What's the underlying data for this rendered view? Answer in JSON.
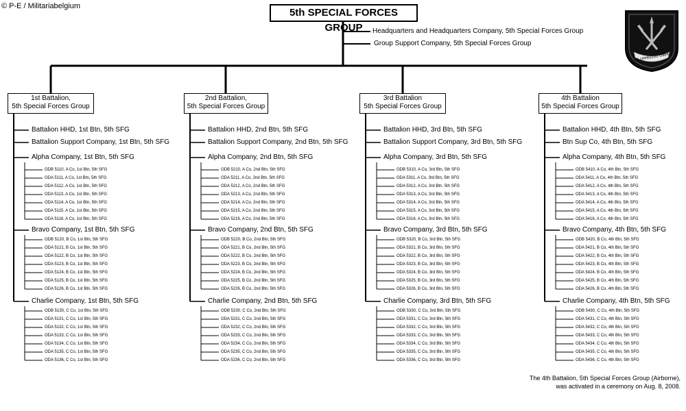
{
  "copyright": "© P-E / Militariabelgium",
  "root": {
    "title": "5th SPECIAL FORCES GROUP"
  },
  "group_units": [
    "Headquarters and Headquarters Company,  5th Special Forces Group",
    "Group Support Company,  5th Special Forces Group"
  ],
  "insignia": {
    "motto": "DE OPPRESSO LIBER"
  },
  "note": {
    "line1": "The 4th Battalion, 5th Special Forces Group (Airborne),",
    "line2": "was activated in a ceremony on Aug. 8, 2008."
  },
  "battalions": [
    {
      "title_line1": "1st Battalion,",
      "title_line2": "5th Special Forces Group",
      "hhd": "Battalion HHD, 1st Btn, 5th SFG",
      "support": "Battalion  Support Company, 1st Btn, 5th SFG",
      "companies": [
        {
          "name": "Alpha Company, 1st Btn, 5th SFG",
          "odas": [
            "ODB 5110, A Co, 1st Btn, 5th SFG",
            "ODA 5111, A Co, 1st Btn, 5th SFG",
            "ODA 5112, A Co, 1st Btn, 5th SFG",
            "ODA 5113, A Co, 1st Btn, 5th SFG",
            "ODA 5114, A Co, 1st Btn, 5th SFG",
            "ODA 5115, A Co, 1st Btn, 5th SFG",
            "ODA 5116, A Co, 1st Btn, 5th SFG"
          ]
        },
        {
          "name": "Bravo Company, 1st Btn, 5th SFG",
          "odas": [
            "ODB 5120, B Co, 1st Btn, 5th SFG",
            "ODA 5121, B Co, 1st Btn, 5th SFG",
            "ODA 5122, B Co, 1st Btn, 5th SFG",
            "ODA 5123, B Co, 1st Btn, 5th SFG",
            "ODA 5124, B Co, 1st Btn, 5th SFG",
            "ODA 5125, B Co, 1st Btn, 5th SFG",
            "ODA 5126, B Co, 1st Btn, 5th SFG"
          ]
        },
        {
          "name": "Charlie Company, 1st Btn, 5th SFG",
          "odas": [
            "ODB 5130, C Co, 1st Btn, 5th SFG",
            "ODA 5131, C Co, 1st Btn, 5th SFG",
            "ODA 5132, C Co, 1st Btn, 5th SFG",
            "ODA 5133, C Co, 1st Btn, 5th SFG",
            "ODA 5134, C Co, 1st Btn, 5th SFG",
            "ODA 5135, C Co, 1st Btn, 5th SFG",
            "ODA 5136, C Co, 1st Btn, 5th SFG"
          ]
        }
      ]
    },
    {
      "title_line1": "2nd Battalion,",
      "title_line2": "5th Special Forces Group",
      "hhd": "Battalion HHD, 2nd Btn, 5th SFG",
      "support": "Battalion  Support Company, 2nd Btn, 5th SFG",
      "companies": [
        {
          "name": "Alpha Company, 2nd Btn, 5th SFG",
          "odas": [
            "ODB 5210, A Co, 2nd Btn,  5th SFG",
            "ODA 5211, A Co, 2nd Btn,  5th SFG",
            "ODA 5212, A Co, 2nd Btn,  5th SFG",
            "ODA 5213, A Co, 2nd Btn,  5th SFG",
            "ODA 5214, A Co, 2nd Btn,  5th SFG",
            "ODA 5215, A Co, 2nd Btn,  5th SFG",
            "ODA 5216, A Co, 2nd Btn,  5th SFG"
          ]
        },
        {
          "name": "Bravo Company, 2nd Btn, 5th SFG",
          "odas": [
            "ODB 5220, B Co, 2nd Btn, 5th SFG",
            "ODA 5221, B Co, 2nd Btn, 5th SFG",
            "ODA 5222, B Co, 2nd Btn, 5th SFG",
            "ODA 5223, B Co, 2nd Btn, 5th SFG",
            "ODA 5224, B Co, 2nd Btn, 5th SFG",
            "ODA 5225, B Co, 2nd Btn, 5th SFG",
            "ODA 5226, B Co, 2nd Btn, 5th SFG"
          ]
        },
        {
          "name": "Charlie Company, 2nd Btn, 5th SFG",
          "odas": [
            "ODB 5230, C Co, 2nd Btn, 5th SFG",
            "ODA 5231, C Co, 2nd Btn, 5th SFG",
            "ODA 5232, C Co, 2nd Btn, 5th SFG",
            "ODA 5233, C Co, 2nd Btn, 5th SFG",
            "ODA 5234, C Co, 2nd Btn, 5th SFG",
            "ODA 5235, C Co, 2nd Btn, 5th SFG",
            "ODA 5236, C Co, 2nd Btn, 5th SFG"
          ]
        }
      ]
    },
    {
      "title_line1": "3rd Battalion",
      "title_line2": "5th Special Forces Group",
      "hhd": "Battalion HHD,  3rd Btn, 5th SFG",
      "support": "Battalion  Support Company, 3rd Btn,  5th SFG",
      "companies": [
        {
          "name": "Alpha Company, 3rd Btn, 5th SFG",
          "odas": [
            "ODB 5310, A Co, 3rd Btn, 5th SFG",
            "ODA 5311, A Co, 3rd Btn, 5th SFG",
            "ODA 5312, A Co, 3rd Btn, 5th SFG",
            "ODA 5313, A Co, 3rd Btn, 5th SFG",
            "ODA 5314, A Co, 3rd Btn, 5th SFG",
            "ODA 5315, A Co, 3rd Btn, 5th SFG",
            "ODA 5316, A Co, 3rd Btn, 5th SFG"
          ]
        },
        {
          "name": "Bravo Company, 3rd Btn, 5th SFG",
          "odas": [
            "ODB 5320, B Co, 3rd Btn, 5th SFG",
            "ODA 5321, B Co, 3rd Btn, 5th SFG",
            "ODA 5322, B Co, 3rd Btn, 5th SFG",
            "ODA 5323, B Co, 3rd Btn, 5th SFG",
            "ODA 5324, B Co, 3rd Btn, 5th SFG",
            "ODA 5325, B Co, 3rd Btn, 5th SFG",
            "ODA 5326, B Co, 3rd Btn, 5th SFG"
          ]
        },
        {
          "name": "Charlie Company, 3rd Btn, 5th SFG",
          "odas": [
            "ODB 5330, C Co, 3rd Btn, 5th SFG",
            "ODA 5331, C Co, 3rd Btn, 5th SFG",
            "ODA 5332, C Co, 3rd Btn, 5th SFG",
            "ODA 5333, C Co, 3rd Btn, 5th SFG",
            "ODA 5334, C Co, 3rd Btn, 5th SFG",
            "ODA 5335, C Co, 3rd Btn, 5th SFG",
            "ODA 5336, C Co, 3rd Btn, 5th SFG"
          ]
        }
      ]
    },
    {
      "title_line1": "4th Battalion",
      "title_line2": "5th Special Forces Group",
      "hhd": "Battalion HHD, 4th Btn, 5th SFG",
      "support": "Btn  Sup Co, 4th Btn, 5th SFG",
      "companies": [
        {
          "name": "Alpha Company, 4th Btn, 5th SFG",
          "odas": [
            "ODB 5410, A Co, 4th Btn, 5th SFG",
            "ODA 5411, A Co, 4th Btn, 5th SFG",
            "ODA 5412, A Co, 4th Btn, 5th SFG",
            "ODA 5413, A Co, 4th Btn, 5th SFG",
            "ODA 5414, A Co, 4th Btn, 5th SFG",
            "ODA 5415, A Co, 4th Btn, 5th SFG",
            "ODA 5416, A Co, 4th Btn, 5th SFG"
          ]
        },
        {
          "name": "Bravo Company, 4th Btn, 5th SFG",
          "odas": [
            "ODB 5420, B Co, 4th Btn, 5th SFG",
            "ODA 5421, B Co, 4th Btn, 5th SFG",
            "ODA 5422, B Co, 4th Btn, 5th SFG",
            "ODA 5423, B Co, 4th Btn, 5th SFG",
            "ODA 5424, B Co, 4th Btn, 5th SFG",
            "ODA 5425, B Co, 4th Btn, 5th SFG",
            "ODA 5426, B Co, 4th Btn, 5th SFG"
          ]
        },
        {
          "name": "Charlie Company, 4th Btn, 5th SFG",
          "odas": [
            "ODB 5430, C Co, 4th Btn, 5th SFG",
            "ODA 5431, C Co, 4th Btn, 5th SFG",
            "ODA 5432, C Co, 4th Btn, 5th SFG",
            "ODA 5433, C Co, 4th Btn, 5th SFG",
            "ODA 5434, C Co, 4th Btn, 5th SFG",
            "ODA 5435, C Co, 4th Btn, 5th SFG",
            "ODA 5436, C Co, 4th Btn, 5th SFG"
          ]
        }
      ]
    }
  ]
}
